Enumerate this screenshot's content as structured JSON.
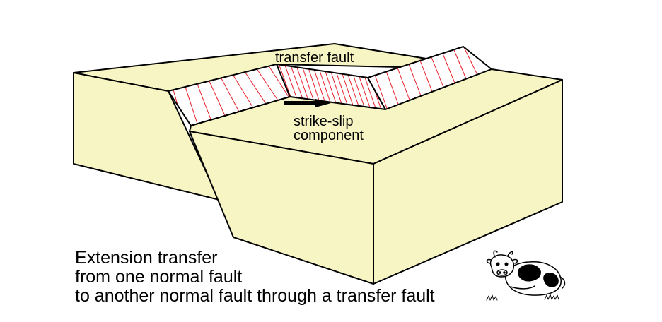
{
  "diagram": {
    "labels": {
      "transfer_fault": "transfer fault",
      "strike_slip_1": "strike-slip",
      "strike_slip_2": "component"
    },
    "caption": {
      "line1": "Extension transfer",
      "line2": "from one normal fault",
      "line3": "to another normal fault through a transfer fault"
    },
    "colors": {
      "block_fill": "#f7f5c3",
      "outline": "#000000",
      "fault_hatch": "#e8202a",
      "background": "#ffffff"
    },
    "icons": [
      "cow-icon",
      "slip-arrow-icon"
    ]
  }
}
